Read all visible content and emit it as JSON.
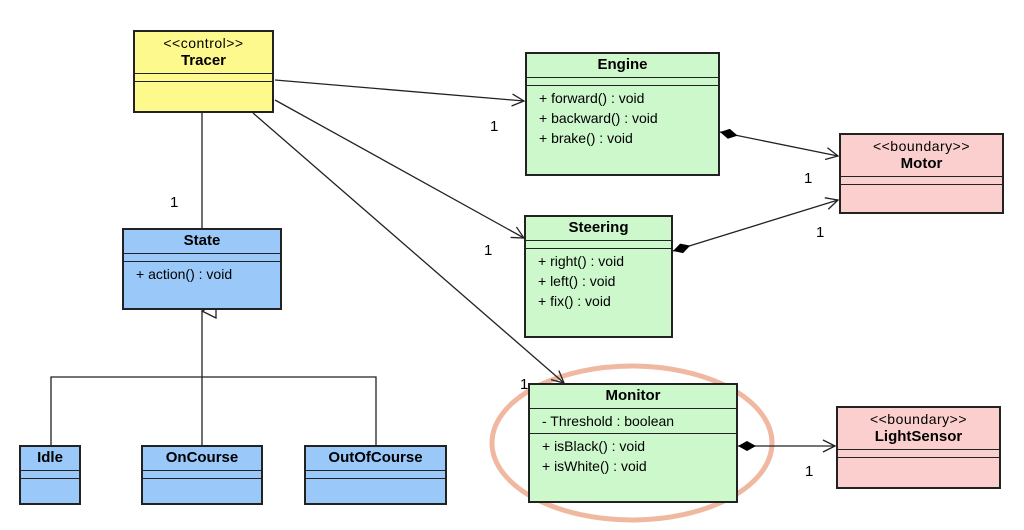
{
  "classes": {
    "tracer": {
      "stereotype": "<<control>>",
      "name": "Tracer"
    },
    "engine": {
      "name": "Engine",
      "ops": [
        "+ forward() : void",
        "+ backward() : void",
        "+ brake() : void"
      ]
    },
    "steering": {
      "name": "Steering",
      "ops": [
        "+ right() : void",
        "+ left() : void",
        "+ fix() : void"
      ]
    },
    "monitor": {
      "name": "Monitor",
      "attrs": [
        "- Threshold : boolean"
      ],
      "ops": [
        "+ isBlack() : void",
        "+ isWhite() : void"
      ]
    },
    "motor": {
      "stereotype": "<<boundary>>",
      "name": "Motor"
    },
    "lightsensor": {
      "stereotype": "<<boundary>>",
      "name": "LightSensor"
    },
    "state": {
      "name": "State",
      "ops": [
        "+ action() : void"
      ]
    },
    "idle": {
      "name": "Idle"
    },
    "oncourse": {
      "name": "OnCourse"
    },
    "outofcourse": {
      "name": "OutOfCourse"
    }
  },
  "multiplicities": {
    "tracer_engine": "1",
    "tracer_steering": "1",
    "tracer_monitor": "1",
    "tracer_state": "1",
    "engine_motor": "1",
    "steering_motor": "1",
    "monitor_lightsensor": "1"
  },
  "colors": {
    "control": "#fdf98d",
    "entity": "#ccf8cc",
    "boundary": "#fccfcf",
    "state": "#99c8f9",
    "highlight": "#f0b8a0"
  }
}
